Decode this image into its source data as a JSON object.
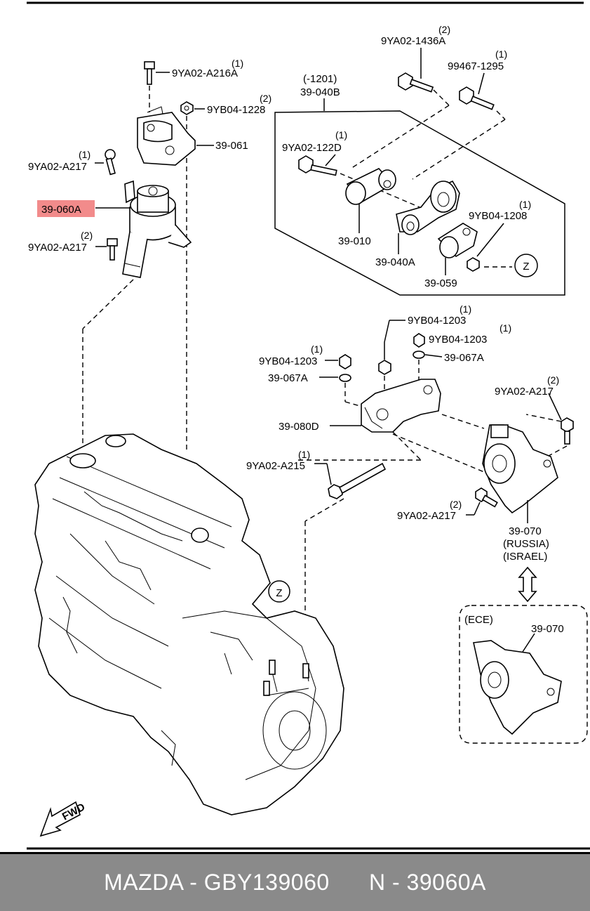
{
  "labels": {
    "bolt_216a": "9YA02-A216A",
    "bolt_216a_qty": "(1)",
    "nut_1228": "9YB04-1228",
    "nut_1228_qty": "(2)",
    "bracket_061": "39-061",
    "bolt_217_top": "9YA02-A217",
    "bolt_217_top_qty": "(1)",
    "mount_060a": "39-060A",
    "bolt_217_left": "9YA02-A217",
    "bolt_217_left_qty": "(2)",
    "bolt_1436a": "9YA02-1436A",
    "bolt_1436a_qty": "(2)",
    "bolt_1295": "99467-1295",
    "bolt_1295_qty": "(1)",
    "assy_040b_note": "(-1201)",
    "assy_040b": "39-040B",
    "bolt_122d": "9YA02-122D",
    "bolt_122d_qty": "(1)",
    "nut_1208": "9YB04-1208",
    "nut_1208_qty": "(1)",
    "part_010": "39-010",
    "part_040a": "39-040A",
    "part_059": "39-059",
    "view_z": "Z",
    "nut_1203_a": "9YB04-1203",
    "nut_1203_a_qty": "(1)",
    "nut_1203_b": "9YB04-1203",
    "nut_1203_b_qty": "(1)",
    "washer_067a_r": "39-067A",
    "nut_1203_c": "9YB04-1203",
    "nut_1203_c_qty": "(1)",
    "washer_067a_l": "39-067A",
    "bolt_217_right": "9YA02-A217",
    "bolt_217_right_qty": "(2)",
    "bracket_080d": "39-080D",
    "bolt_215": "9YA02-A215",
    "bolt_215_qty": "(1)",
    "bolt_217_bottom": "9YA02-A217",
    "bolt_217_bottom_qty": "(2)",
    "mount_070": "39-070",
    "region_russia": "(RUSSIA)",
    "region_israel": "(ISRAEL)",
    "ece_title": "(ECE)",
    "ece_part": "39-070",
    "view_z2": "Z",
    "fwd": "FWD"
  },
  "highlight_color": "#f28b8b",
  "footer": {
    "text": "MAZDA - GBY139060      N - 39060A",
    "background": "#8a8a8a",
    "text_color": "#ffffff"
  }
}
